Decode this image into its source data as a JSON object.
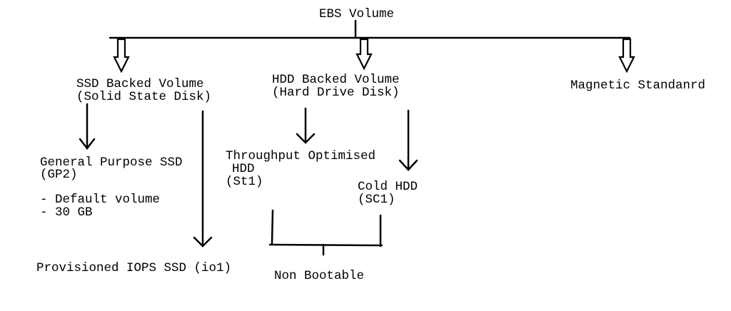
{
  "root": {
    "label": "EBS Volume"
  },
  "categories": [
    {
      "title": "SSD Backed Volume",
      "subtitle": "(Solid State Disk)"
    },
    {
      "title": "HDD Backed Volume",
      "subtitle": "(Hard Drive Disk)"
    },
    {
      "title": "Magnetic Standanrd"
    }
  ],
  "ssd_types": {
    "gp2": {
      "line1": "General Purpose SSD",
      "line2": "(GP2)",
      "notes": [
        "- Default volume",
        "- 30 GB"
      ]
    },
    "io1": {
      "label": "Provisioned IOPS SSD (io1)"
    }
  },
  "hdd_types": {
    "st1": {
      "line1": "Throughput Optimised",
      "line2": "HDD",
      "line3": "(St1)"
    },
    "sc1": {
      "line1": "Cold HDD",
      "line2": "(SC1)"
    }
  },
  "hdd_note": {
    "label": "Non Bootable"
  }
}
